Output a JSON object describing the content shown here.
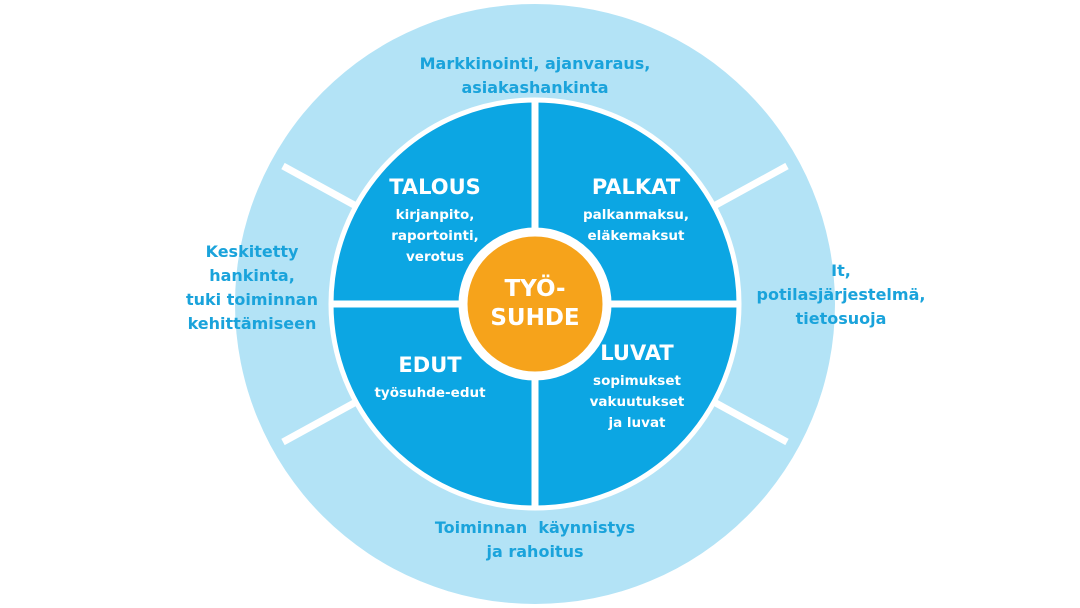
{
  "colors": {
    "outer_ring": "#b3e3f6",
    "inner_quadrant": "#0ca6e3",
    "divider": "#ffffff",
    "center": "#f6a31b",
    "outer_text": "#1aa3db",
    "inner_text": "#ffffff"
  },
  "outer": {
    "top": [
      "Markkinointi, ajanvaraus,",
      "asiakashankinta"
    ],
    "left": [
      "Keskitetty",
      "hankinta,",
      "tuki toiminnan",
      "kehittämiseen"
    ],
    "right": [
      "It,",
      "potilasjärjestelmä,",
      "tietosuoja"
    ],
    "bottom": [
      "Toiminnan  käynnistys",
      "ja rahoitus"
    ]
  },
  "quadrants": {
    "top_left": {
      "title": "TALOUS",
      "lines": [
        "kirjanpito,",
        "raportointi,",
        "verotus"
      ]
    },
    "top_right": {
      "title": "PALKAT",
      "lines": [
        "palkanmaksu,",
        "eläkemaksut"
      ]
    },
    "bottom_left": {
      "title": "EDUT",
      "lines": [
        "työsuhde-edut"
      ]
    },
    "bottom_right": {
      "title": "LUVAT",
      "lines": [
        "sopimukset",
        "vakuutukset",
        "ja luvat"
      ]
    }
  },
  "center": {
    "lines": [
      "TYÖ-",
      "SUHDE"
    ]
  }
}
